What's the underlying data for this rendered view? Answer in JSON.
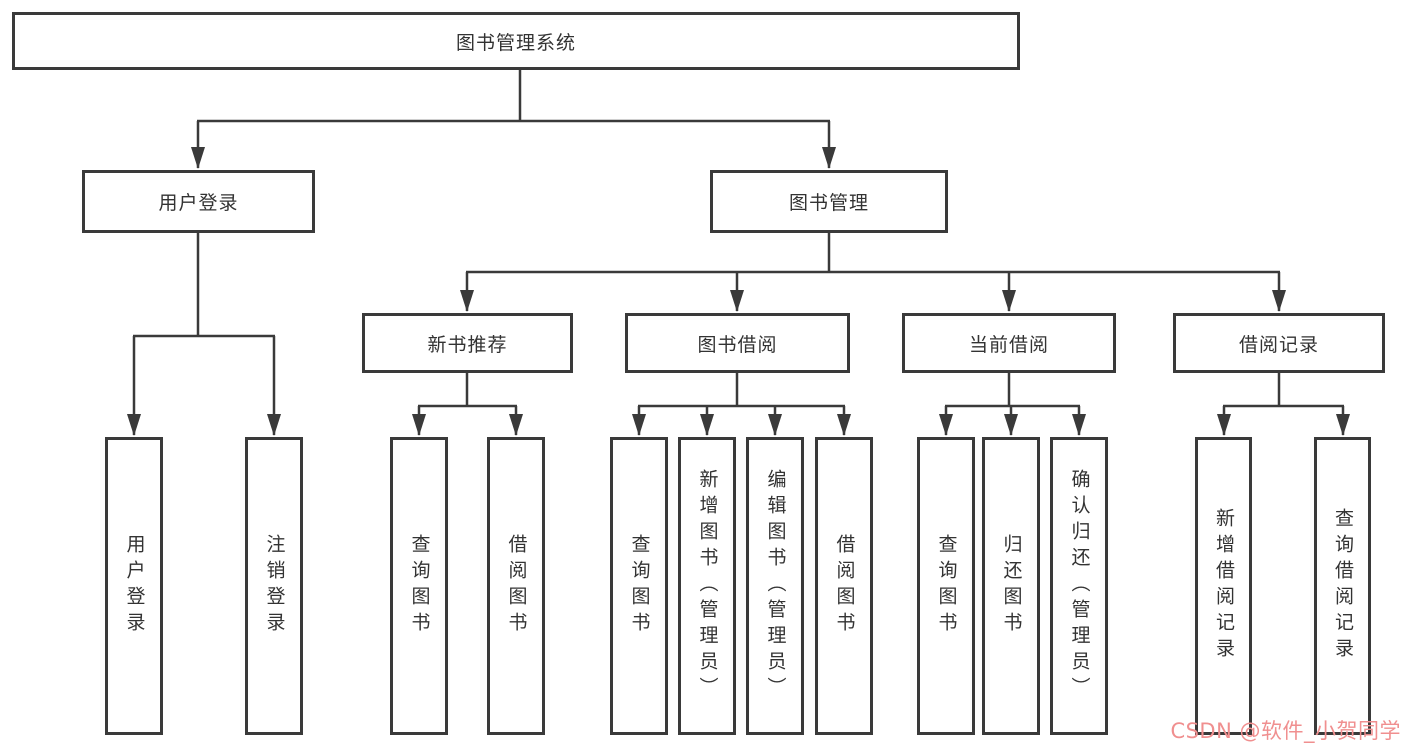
{
  "colors": {
    "line": "#3a3a3a",
    "box_border": "#3a3a3a",
    "text": "#333333",
    "watermark": "#f08f8f",
    "background": "#ffffff"
  },
  "tree": {
    "root": {
      "label": "图书管理系统"
    },
    "user_login": {
      "label": "用户登录",
      "children": [
        {
          "label": "用户登录"
        },
        {
          "label": "注销登录"
        }
      ]
    },
    "book_mgmt": {
      "label": "图书管理",
      "groups": [
        {
          "label": "新书推荐",
          "children": [
            {
              "label": "查询图书"
            },
            {
              "label": "借阅图书"
            }
          ]
        },
        {
          "label": "图书借阅",
          "children": [
            {
              "label": "查询图书"
            },
            {
              "label": "新增图书（管理员）"
            },
            {
              "label": "编辑图书（管理员）"
            },
            {
              "label": "借阅图书"
            }
          ]
        },
        {
          "label": "当前借阅",
          "children": [
            {
              "label": "查询图书"
            },
            {
              "label": "归还图书"
            },
            {
              "label": "确认归还（管理员）"
            }
          ]
        },
        {
          "label": "借阅记录",
          "children": [
            {
              "label": "新增借阅记录"
            },
            {
              "label": "查询借阅记录"
            }
          ]
        }
      ]
    }
  },
  "watermark": {
    "text": "CSDN @软件_小贺同学"
  }
}
